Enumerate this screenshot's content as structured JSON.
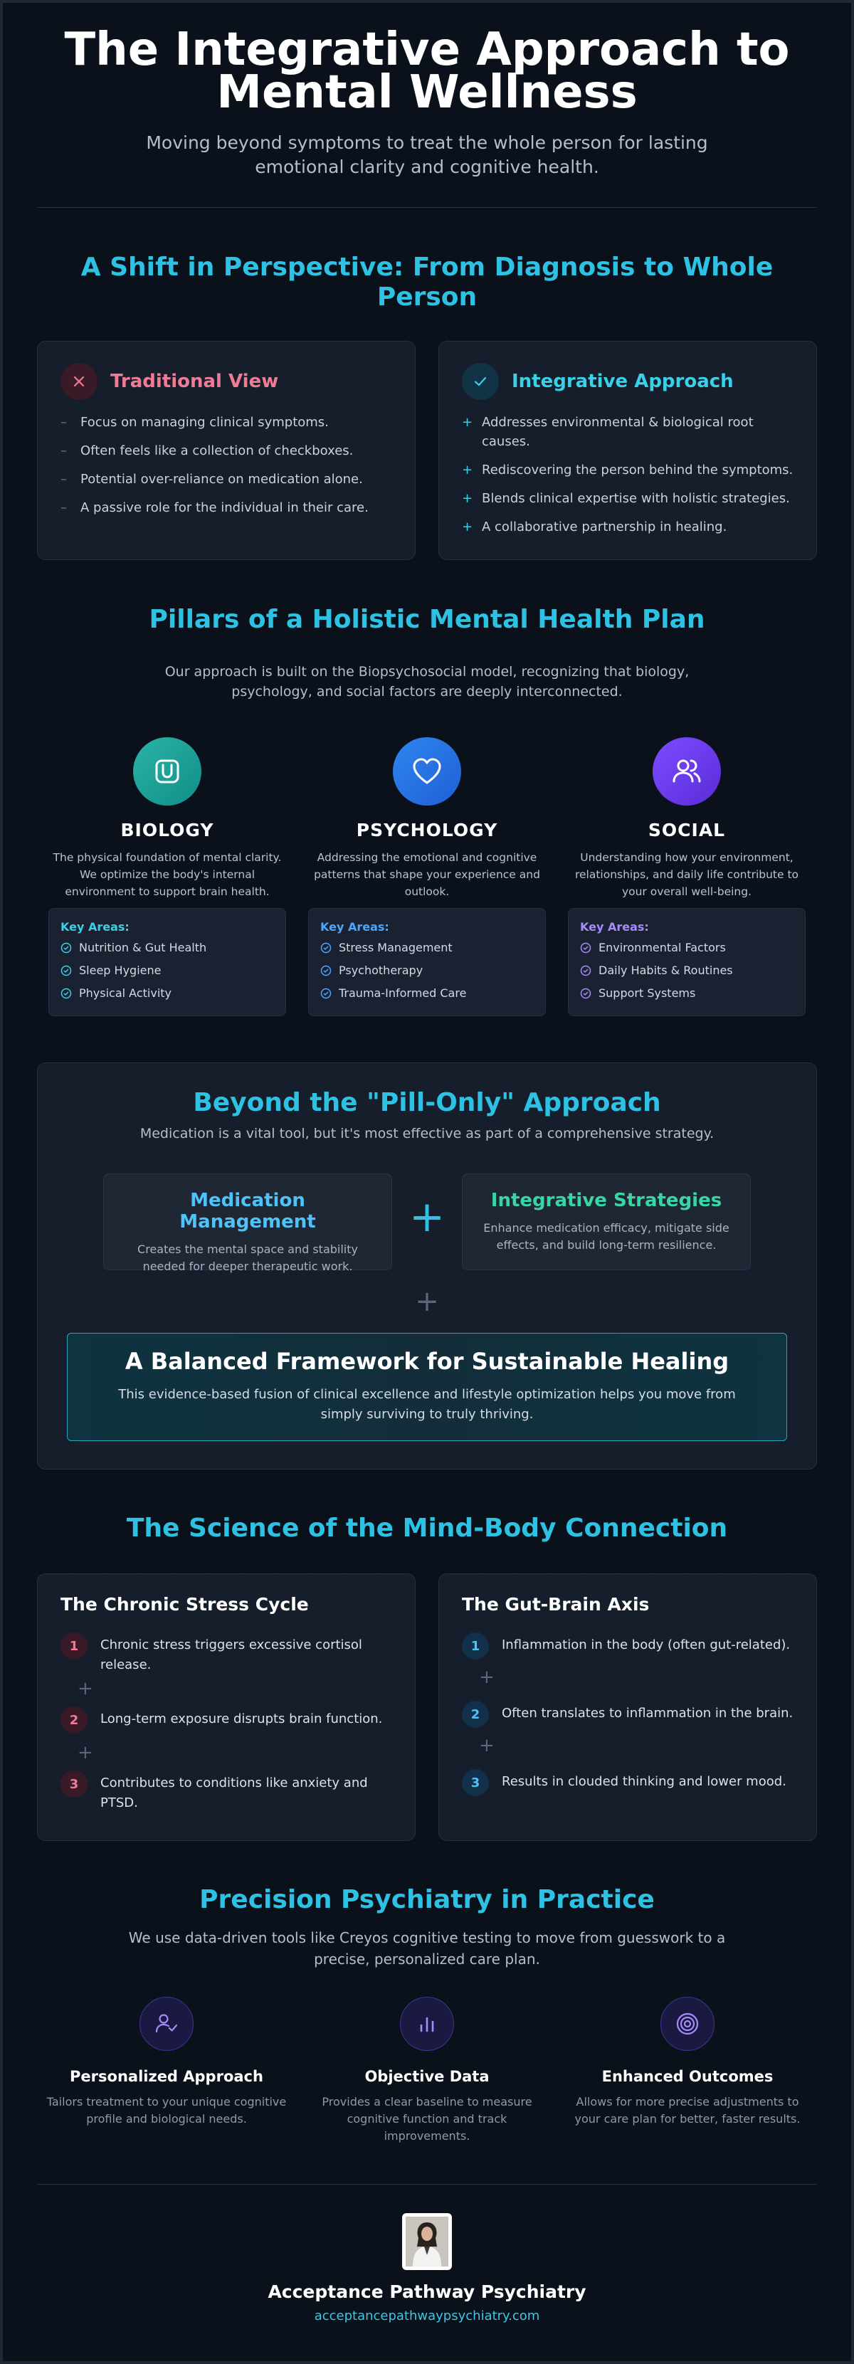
{
  "header": {
    "title": "The Integrative Approach to Mental Wellness",
    "subtitle": "Moving beyond symptoms to treat the whole person for lasting emotional clarity and cognitive health."
  },
  "shift": {
    "heading": "A Shift in Perspective: From Diagnosis to Whole Person",
    "traditional": {
      "title": "Traditional View",
      "marker": "–",
      "items": [
        "Focus on managing clinical symptoms.",
        "Often feels like a collection of checkboxes.",
        "Potential over-reliance on medication alone.",
        "A passive role for the individual in their care."
      ]
    },
    "integrative": {
      "title": "Integrative Approach",
      "marker": "+",
      "items": [
        "Addresses environmental & biological root causes.",
        "Rediscovering the person behind the symptoms.",
        "Blends clinical expertise with holistic strategies.",
        "A collaborative partnership in healing."
      ]
    }
  },
  "pillars": {
    "heading": "Pillars of a Holistic Mental Health Plan",
    "intro": "Our approach is built on the Biopsychosocial model, recognizing that biology, psychology, and social factors are deeply interconnected.",
    "key_areas_label": "Key Areas:",
    "items": [
      {
        "name": "BIOLOGY",
        "description": "The physical foundation of mental clarity. We optimize the body's internal environment to support brain health.",
        "icon": "magnet-icon",
        "areas": [
          "Nutrition & Gut Health",
          "Sleep Hygiene",
          "Physical Activity"
        ]
      },
      {
        "name": "PSYCHOLOGY",
        "description": "Addressing the emotional and cognitive patterns that shape your experience and outlook.",
        "icon": "heart-icon",
        "areas": [
          "Stress Management",
          "Psychotherapy",
          "Trauma-Informed Care"
        ]
      },
      {
        "name": "SOCIAL",
        "description": "Understanding how your environment, relationships, and daily life contribute to your overall well-being.",
        "icon": "users-icon",
        "areas": [
          "Environmental Factors",
          "Daily Habits & Routines",
          "Support Systems"
        ]
      }
    ]
  },
  "beyond": {
    "heading": "Beyond the \"Pill-Only\" Approach",
    "subtitle": "Medication is a vital tool, but it's most effective as part of a comprehensive strategy.",
    "medication": {
      "title": "Medication Management",
      "description": "Creates the mental space and stability needed for deeper therapeutic work."
    },
    "plus": "+",
    "integrative": {
      "title": "Integrative Strategies",
      "description": "Enhance medication efficacy, mitigate side effects, and build long-term resilience."
    },
    "framework": {
      "title": "A Balanced Framework for Sustainable Healing",
      "description": "This evidence-based fusion of clinical excellence and lifestyle optimization helps you move from simply surviving to truly thriving."
    }
  },
  "science": {
    "heading": "The Science of the Mind-Body Connection",
    "stress": {
      "title": "The Chronic Stress Cycle",
      "steps": [
        {
          "n": "1",
          "text": "Chronic stress triggers excessive cortisol release."
        },
        {
          "n": "2",
          "text": "Long-term exposure disrupts brain function."
        },
        {
          "n": "3",
          "text": "Contributes to conditions like anxiety and PTSD."
        }
      ]
    },
    "gut": {
      "title": "The Gut-Brain Axis",
      "steps": [
        {
          "n": "1",
          "text": "Inflammation in the body (often gut-related)."
        },
        {
          "n": "2",
          "text": "Often translates to inflammation in the brain."
        },
        {
          "n": "3",
          "text": "Results in clouded thinking and lower mood."
        }
      ]
    }
  },
  "precision": {
    "heading": "Precision Psychiatry in Practice",
    "subtitle": "We use data-driven tools like Creyos cognitive testing to move from guesswork to a precise, personalized care plan.",
    "items": [
      {
        "title": "Personalized Approach",
        "description": "Tailors treatment to your unique cognitive profile and biological needs.",
        "icon": "user-check-icon"
      },
      {
        "title": "Objective Data",
        "description": "Provides a clear baseline to measure cognitive function and track improvements.",
        "icon": "bar-chart-icon"
      },
      {
        "title": "Enhanced Outcomes",
        "description": "Allows for more precise adjustments to your care plan for better, faster results.",
        "icon": "target-icon"
      }
    ]
  },
  "footer": {
    "name": "Acceptance Pathway Psychiatry",
    "url": "acceptancepathwaypsychiatry.com"
  },
  "colors": {
    "accent": "#2dc2e3",
    "traditional": "#f07b94",
    "integrative": "#39d0e8",
    "green": "#38d6a5",
    "purple": "#a78bfa",
    "background": "#0b111b"
  }
}
